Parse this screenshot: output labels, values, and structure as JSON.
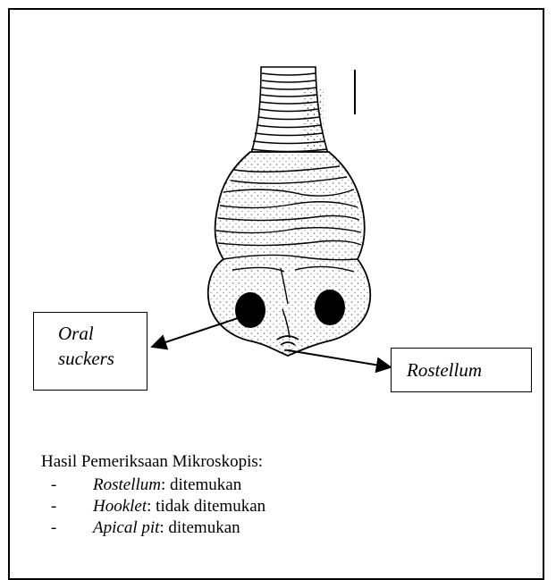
{
  "labels": {
    "oral_line1": "Oral",
    "oral_line2": "suckers",
    "rostellum": "Rostellum"
  },
  "results": {
    "title": "Hasil Pemeriksaan Mikroskopis:",
    "items": [
      {
        "term": "Rostellum",
        "status": ": ditemukan"
      },
      {
        "term": "Hooklet",
        "status": ": tidak ditemukan"
      },
      {
        "term": "Apical pit",
        "status": ": ditemukan"
      }
    ]
  }
}
